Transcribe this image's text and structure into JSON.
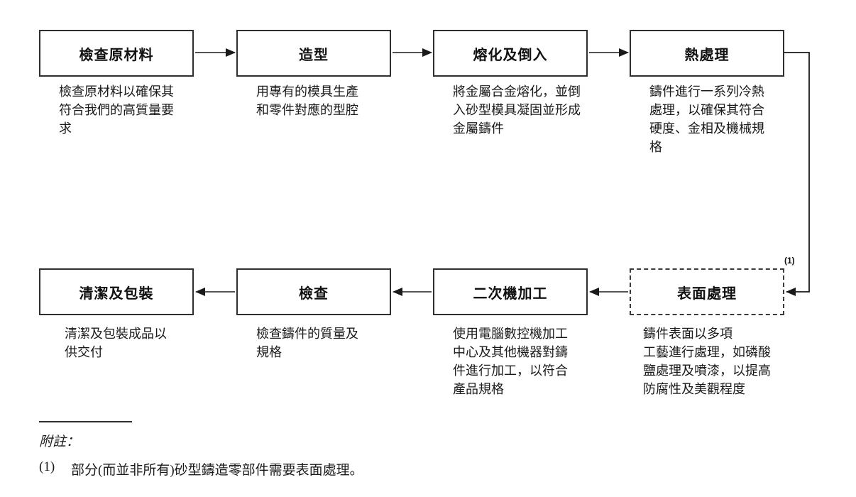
{
  "flow": {
    "steps": [
      {
        "title": "檢查原材料",
        "desc_lines": [
          "檢查原材料以確保其",
          "符合我們的高質量要",
          "求"
        ]
      },
      {
        "title": "造型",
        "desc_lines": [
          "用專有的模具生產",
          "和零件對應的型腔"
        ]
      },
      {
        "title": "熔化及倒入",
        "desc_lines": [
          "將金屬合金熔化，並倒",
          "入砂型模具凝固並形成",
          "金屬鑄件"
        ]
      },
      {
        "title": "熱處理",
        "desc_lines": [
          "鑄件進行一系列冷熱",
          "處理，以確保其符合",
          "硬度、金相及機械規",
          "格"
        ]
      },
      {
        "title": "表面處理",
        "note_ref": "(1)",
        "desc_lines": [
          "鑄件表面以多項",
          "工藝進行處理，如磷酸",
          "鹽處理及噴漆，以提高",
          "防腐性及美觀程度"
        ]
      },
      {
        "title": "二次機加工",
        "desc_lines": [
          "使用電腦數控機加工",
          "中心及其他機器對鑄",
          "件進行加工，以符合",
          "產品規格"
        ]
      },
      {
        "title": "檢查",
        "desc_lines": [
          "檢查鑄件的質量及",
          "規格"
        ]
      },
      {
        "title": "清潔及包裝",
        "desc_lines": [
          "清潔及包裝成品以",
          "供交付"
        ]
      }
    ]
  },
  "footnotes": {
    "heading": "附註：",
    "items": [
      {
        "marker": "(1)",
        "text": "部分(而並非所有)砂型鑄造零部件需要表面處理。"
      }
    ]
  },
  "colors": {
    "text": "#1a1a1a",
    "box_border": "#2f2f2f",
    "background": "#ffffff"
  }
}
